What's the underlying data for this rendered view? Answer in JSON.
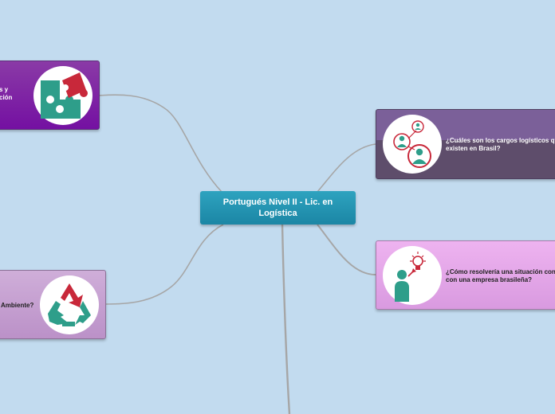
{
  "central": {
    "title": "Portugués Nivel II - Lic. en Logística"
  },
  "topics": [
    {
      "id": "puzzle",
      "lines": [
        "s y",
        "ción"
      ],
      "icon": "puzzle-icon"
    },
    {
      "id": "recycle",
      "lines": [
        "Ambiente?"
      ],
      "icon": "recycle-icon"
    },
    {
      "id": "people",
      "lines": [
        "¿Cuáles son los cargos logísticos que",
        "existen en Brasil?"
      ],
      "icon": "people-network-icon"
    },
    {
      "id": "idea",
      "lines": [
        "¿Cómo resolvería una situación conflictiva",
        "con una empresa brasileña?"
      ],
      "icon": "person-idea-icon"
    }
  ],
  "colors": {
    "background": "#c2dbef",
    "central": "#2096b4",
    "connector": "#a6a6a6",
    "icon_teal": "#2e9e8a",
    "icon_red": "#c8283a"
  }
}
